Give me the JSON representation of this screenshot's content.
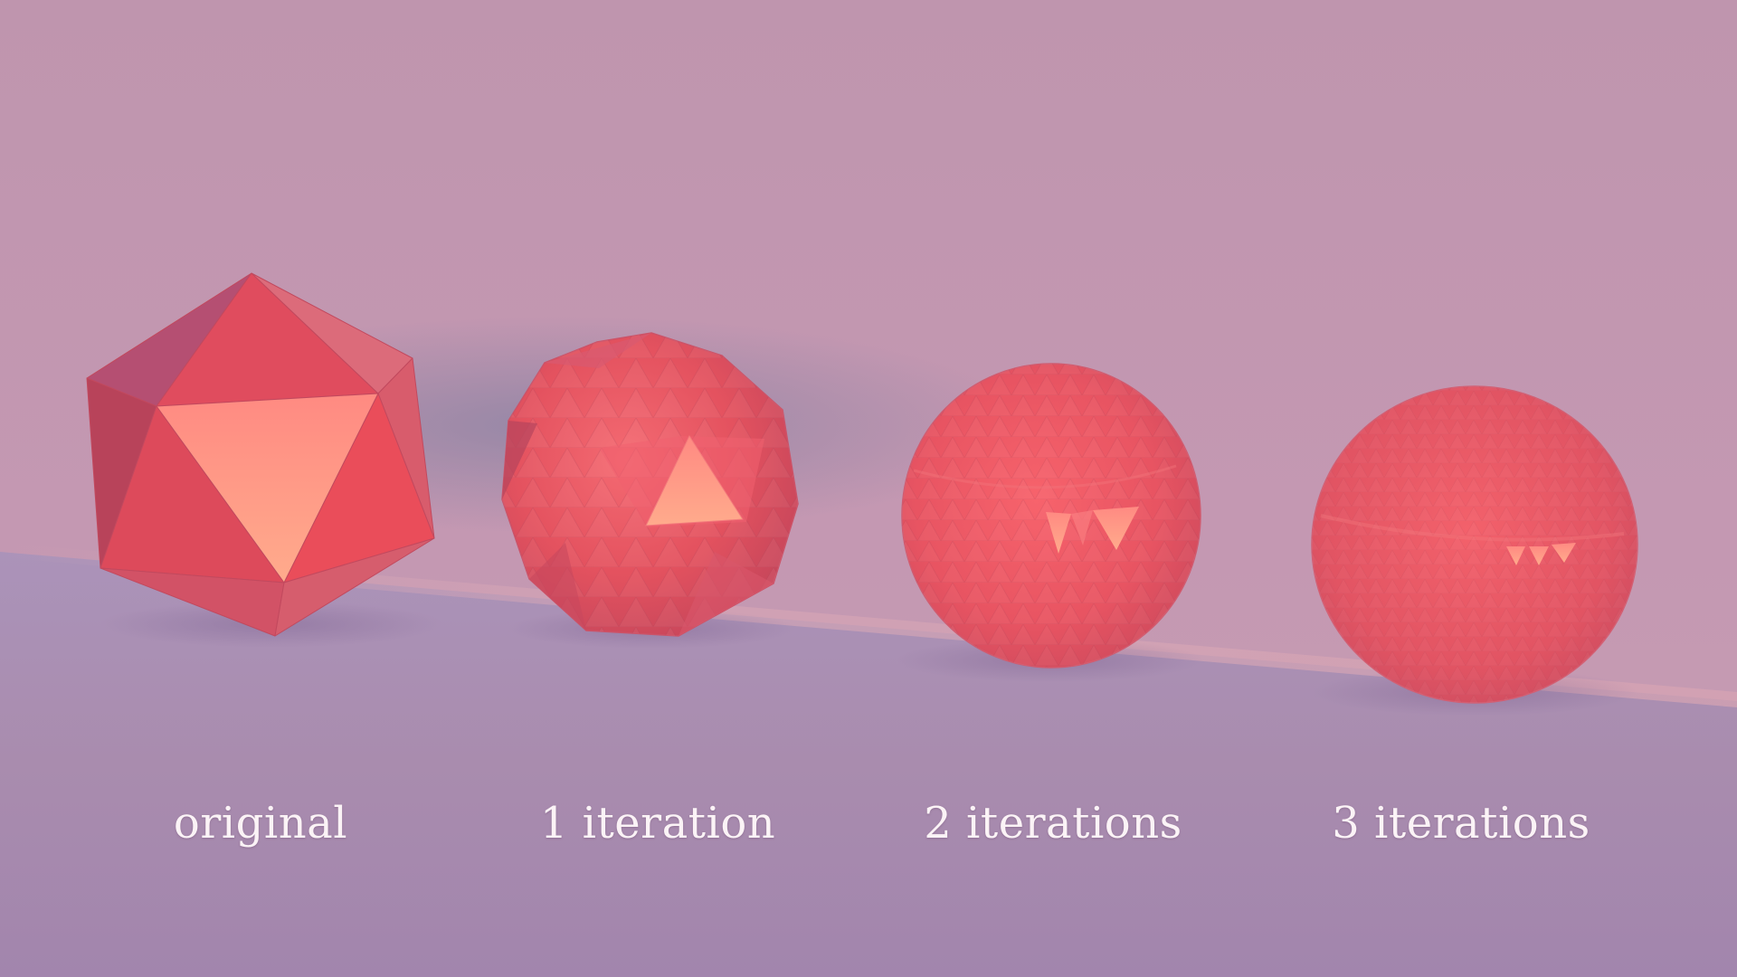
{
  "labels": {
    "original": "original",
    "one": "1 iteration",
    "two": "2 iterations",
    "three": "3 iterations"
  },
  "shapes": [
    {
      "name": "icosahedron",
      "subdivision_iterations": 0
    },
    {
      "name": "subdivided-icosahedron",
      "subdivision_iterations": 1
    },
    {
      "name": "subdivided-icosahedron",
      "subdivision_iterations": 2
    },
    {
      "name": "subdivided-icosahedron",
      "subdivision_iterations": 3
    }
  ],
  "colors": {
    "wall": "#c297b1",
    "floor": "#a68ab0",
    "shadow_band": "#9a86a8",
    "shape_base": "#e84f5f",
    "shape_highlight": "#ffa488",
    "label_text": "#fbf3f6"
  }
}
